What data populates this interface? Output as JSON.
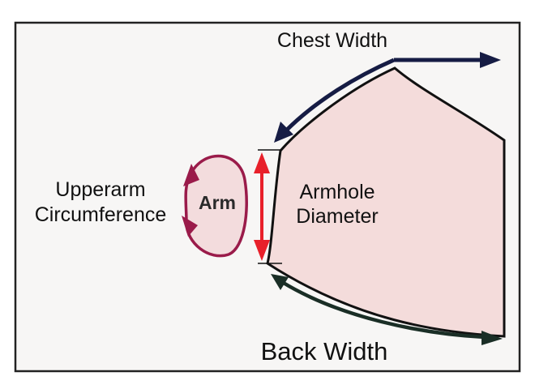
{
  "labels": {
    "chest_width": "Chest Width",
    "back_width": "Back Width",
    "upperarm_line1": "Upperarm",
    "upperarm_line2": "Circumference",
    "arm": "Arm",
    "armhole_line1": "Armhole",
    "armhole_line2": "Diameter"
  },
  "colors": {
    "background": "#f7f6f5",
    "frame": "#222222",
    "body_fill": "#f4dcdb",
    "body_outline": "#111111",
    "arm_fill": "#f3dcdd",
    "arm_outline": "#9a1b4a",
    "armhole_arrow": "#e8202a",
    "chest_arrow": "#161c44",
    "back_arrow": "#1a2e26"
  }
}
